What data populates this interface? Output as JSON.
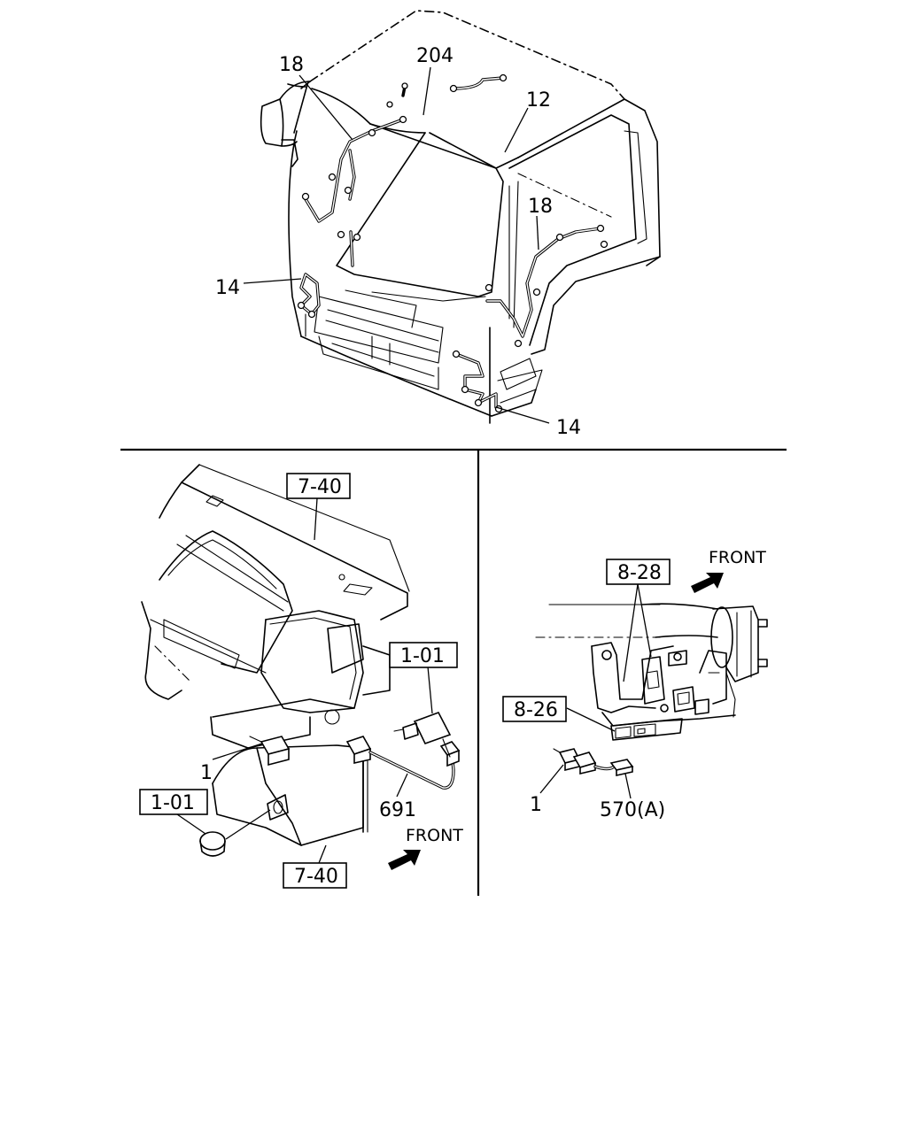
{
  "callouts": {
    "top_18_left": "18",
    "top_204": "204",
    "top_12": "12",
    "top_18_right": "18",
    "top_14_left": "14",
    "top_14_right": "14",
    "left_7_40_top": "7-40",
    "left_1_01_right": "1-01",
    "left_1": "1",
    "left_1_01_left": "1-01",
    "left_691": "691",
    "left_front": "FRONT",
    "left_7_40_bottom": "7-40",
    "right_8_28": "8-28",
    "right_front": "FRONT",
    "right_8_26": "8-26",
    "right_1": "1",
    "right_570a": "570(A)"
  }
}
